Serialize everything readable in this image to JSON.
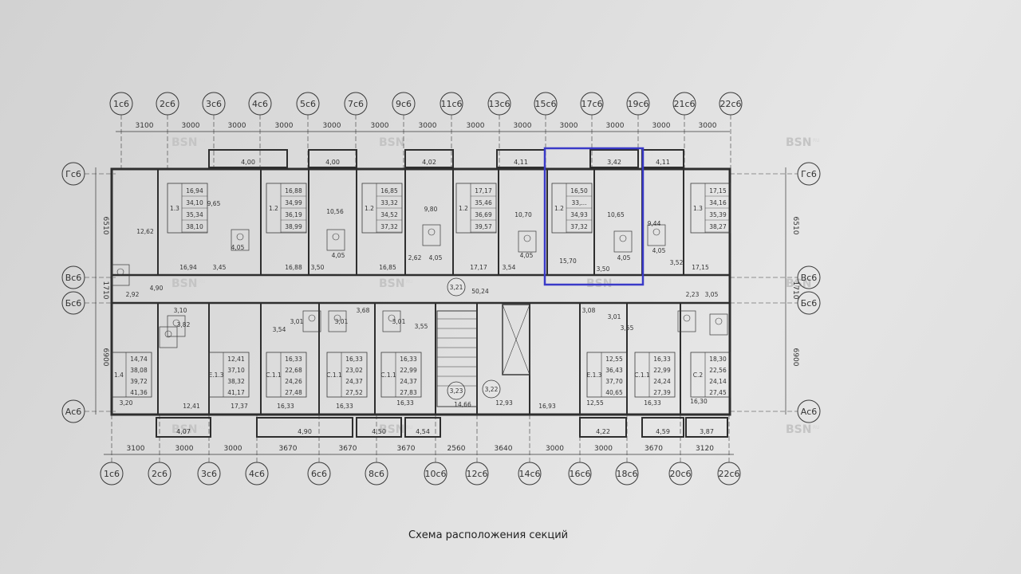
{
  "plan": {
    "caption": "Схема расположения секций",
    "watermark": "BSN",
    "watermark_sub": "RU",
    "top_axes": [
      "1с6",
      "2с6",
      "3с6",
      "4с6",
      "5с6",
      "7с6",
      "9с6",
      "11с6",
      "13с6",
      "15с6",
      "17с6",
      "19с6",
      "21с6",
      "22с6"
    ],
    "bottom_axes": [
      "1с6",
      "2с6",
      "3с6",
      "4с6",
      "6с6",
      "8с6",
      "10с6",
      "12с6",
      "14с6",
      "16с6",
      "18с6",
      "20с6",
      "22с6"
    ],
    "left_axes": [
      "Гс6",
      "Вс6",
      "Бс6",
      "Ас6"
    ],
    "right_axes": [
      "Гс6",
      "Вс6",
      "Бс6",
      "Ас6"
    ],
    "top_dims": [
      "3100",
      "3000",
      "3000",
      "3000",
      "3000",
      "3000",
      "3000",
      "3000",
      "3000",
      "3000",
      "3000",
      "3000",
      "3000"
    ],
    "bottom_dims": [
      "3100",
      "3000",
      "3000",
      "3670",
      "3670",
      "3670",
      "2560",
      "3640",
      "3000",
      "3000",
      "3670",
      "3120"
    ],
    "side_dims": [
      "6510",
      "1710",
      "6900"
    ],
    "balcony_top": [
      "4,00",
      "4,00",
      "4,02",
      "4,11",
      "3,42",
      "4,11"
    ],
    "balcony_bottom": [
      "4,07",
      "4,90",
      "4,50",
      "4,54",
      "4,22",
      "4,59",
      "3,87"
    ],
    "top_apartments": [
      {
        "type": "1.3",
        "vals": [
          "16,94",
          "34,10",
          "35,34",
          "38,10"
        ]
      },
      {
        "type": "1.2",
        "vals": [
          "16,88",
          "34,99",
          "36,19",
          "38,99"
        ]
      },
      {
        "type": "1.2",
        "vals": [
          "16,85",
          "33,32",
          "34,52",
          "37,32"
        ]
      },
      {
        "type": "1.2",
        "vals": [
          "17,17",
          "35,46",
          "36,69",
          "39,57"
        ]
      },
      {
        "type": "1.2",
        "vals": [
          "16,50",
          "33,...",
          "34,93",
          "37,32"
        ]
      },
      {
        "type": "1.3",
        "vals": [
          "17,15",
          "34,16",
          "35,39",
          "38,27"
        ]
      }
    ],
    "bottom_apartments": [
      {
        "type": "1.4",
        "vals": [
          "14,74",
          "38,08",
          "39,72",
          "41,36"
        ]
      },
      {
        "type": "Е.1.3",
        "vals": [
          "12,41",
          "37,10",
          "38,32",
          "41,17"
        ]
      },
      {
        "type": "С.1.1",
        "vals": [
          "16,33",
          "22,68",
          "24,26",
          "27,48"
        ]
      },
      {
        "type": "С.1.1",
        "vals": [
          "16,33",
          "23,02",
          "24,37",
          "27,52"
        ]
      },
      {
        "type": "С.1.1",
        "vals": [
          "16,33",
          "22,99",
          "24,37",
          "27,83"
        ]
      },
      {
        "type": "Е.1.3",
        "vals": [
          "12,55",
          "36,43",
          "37,70",
          "40,65"
        ]
      },
      {
        "type": "С.1.1",
        "vals": [
          "16,33",
          "22,99",
          "24,24",
          "27,39"
        ]
      },
      {
        "type": "С.2",
        "vals": [
          "18,30",
          "22,56",
          "24,14",
          "27,45"
        ]
      }
    ],
    "room_labels_top": [
      "12,62",
      "9,65",
      "4,05",
      "16,94",
      "3,45",
      "16,88",
      "3,50",
      "10,56",
      "4,05",
      "16,85",
      "2,62",
      "9,80",
      "4,05",
      "17,17",
      "3,54",
      "10,70",
      "4,05",
      "15,70",
      "3,50",
      "10,65",
      "4,05",
      "9,44",
      "4,05",
      "3,52",
      "17,15"
    ],
    "room_labels_bottom": [
      "2,92",
      "4,90",
      "3,10",
      "3,82",
      "3,54",
      "3,01",
      "3,01",
      "3,68",
      "3,01",
      "3,55",
      "3,08",
      "3,01",
      "3,55",
      "2,23",
      "3,05",
      "3,20",
      "12,41",
      "17,37",
      "16,33",
      "16,33",
      "16,33",
      "14,66",
      "12,93",
      "16,93",
      "12,55",
      "16,33",
      "16,30"
    ],
    "corridor": "50,24",
    "stair_labels": [
      "3,21",
      "3,23",
      "3,22"
    ],
    "selection_color": "#3a3ac8"
  }
}
